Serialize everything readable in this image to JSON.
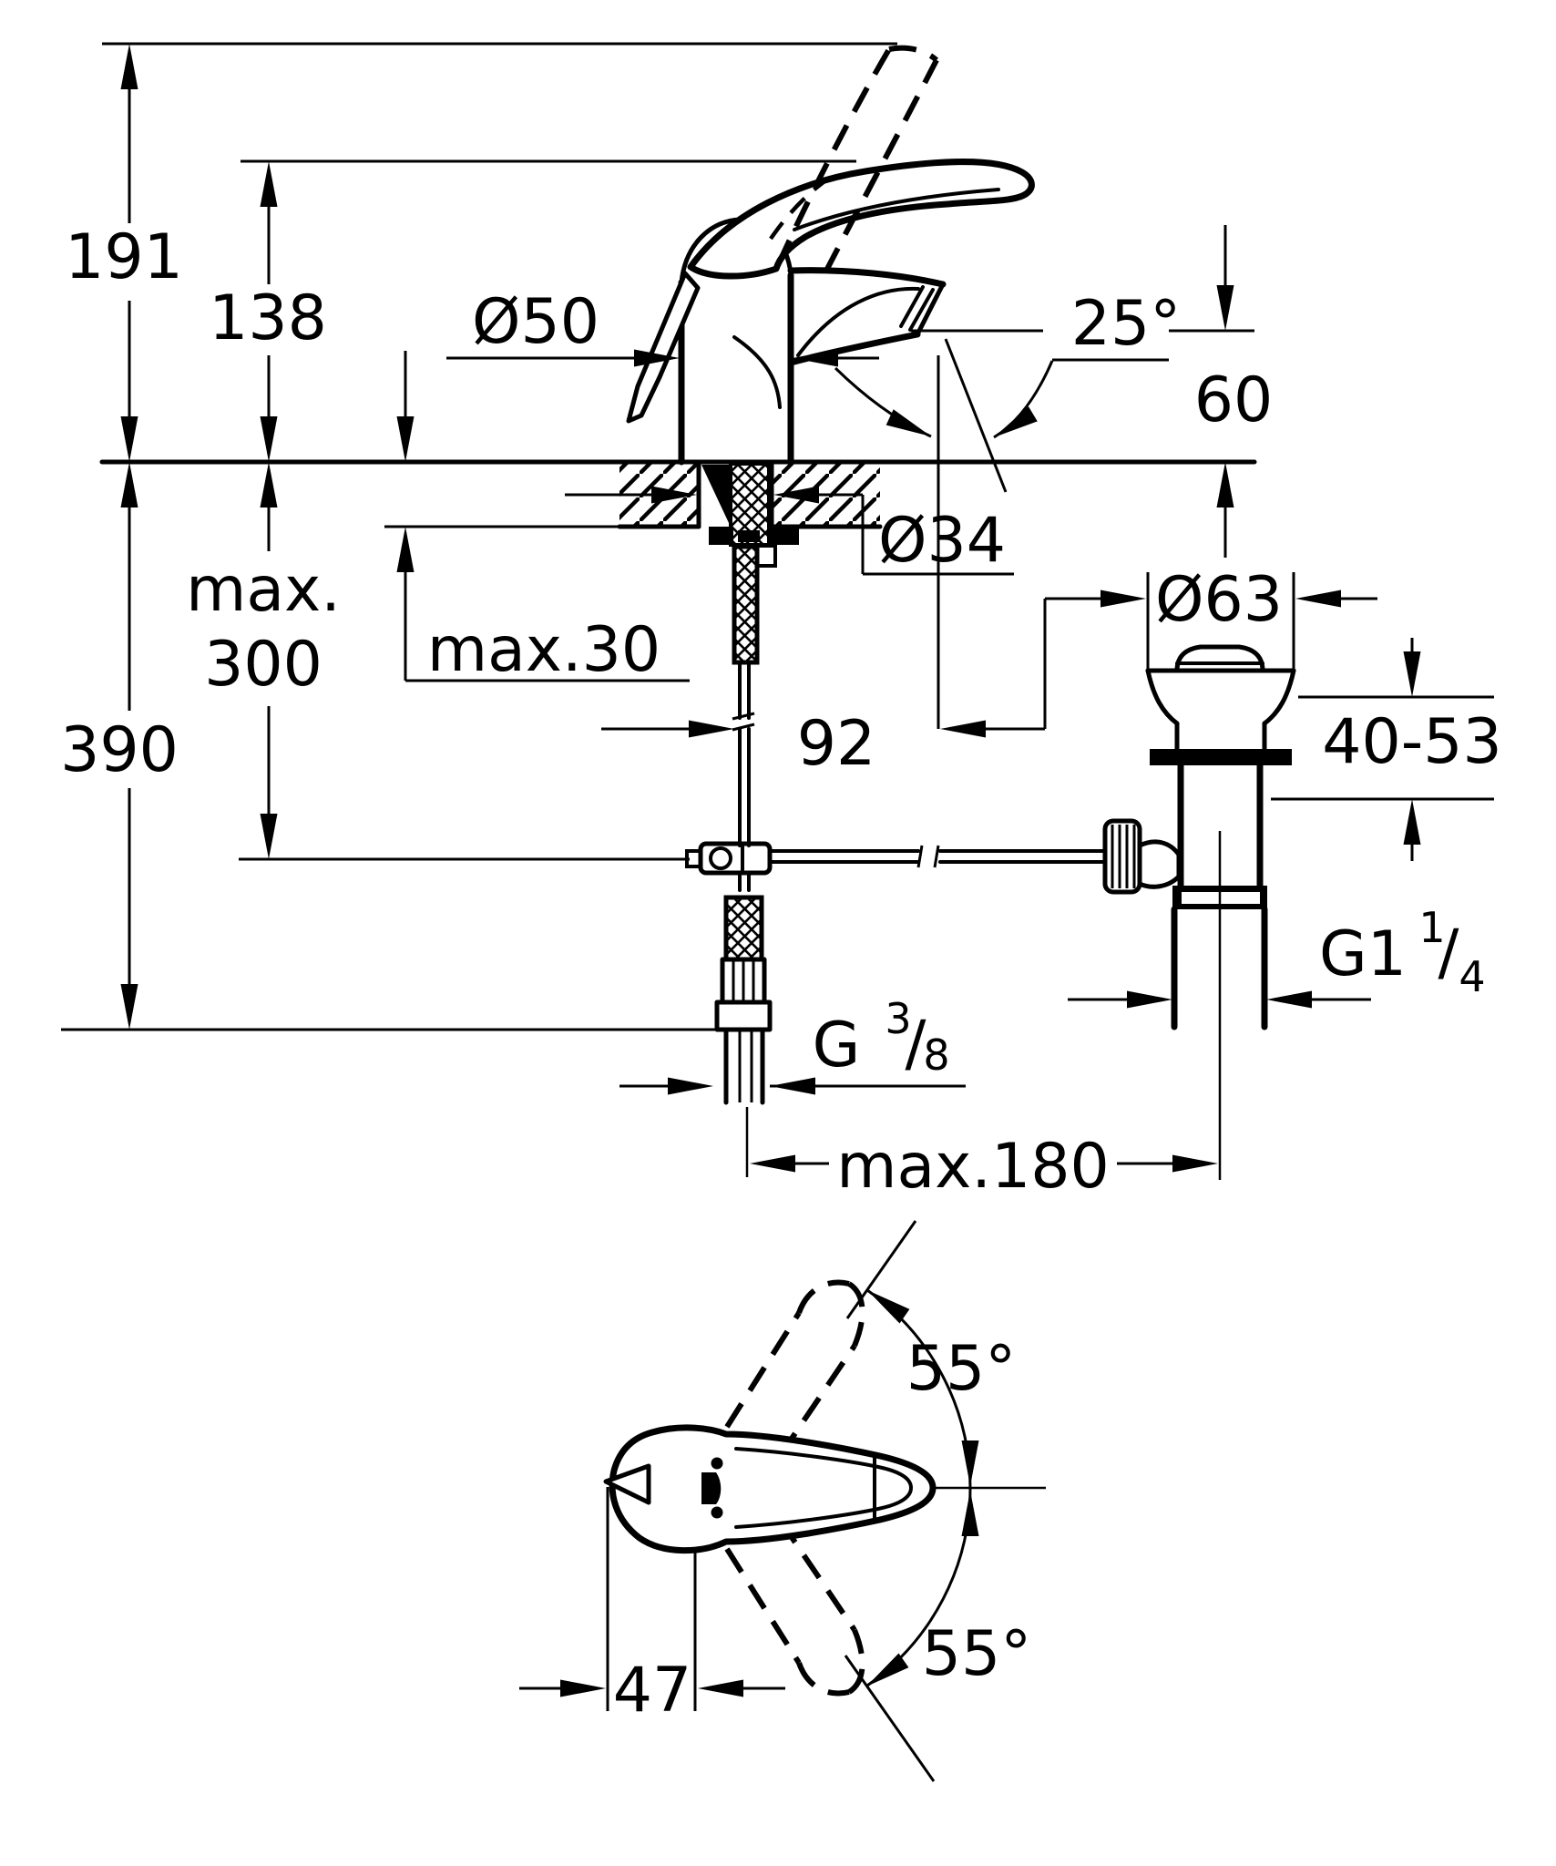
{
  "drawing": {
    "background": "#ffffff",
    "ink": "#000000",
    "kind": "single-lever basin mixer installation dimension drawing",
    "units": "mm"
  },
  "labels": {
    "h_total": "191",
    "h_handle": "138",
    "d_body": "Ø50",
    "spout_angle": "25°",
    "h_spout": "60",
    "below_max_1": "max.",
    "below_max_2": "300",
    "deck_max": "max.30",
    "d_hole": "Ø34",
    "h_below_total": "390",
    "spout_offset": "92",
    "d_flange": "Ø63",
    "waste_range": "40-53",
    "waste_thread_base": "G1",
    "waste_thread_sup": "1",
    "waste_thread_slash": "/",
    "waste_thread_sub": "4",
    "supply_thread_base": "G",
    "supply_thread_sup": "3",
    "supply_thread_slash": "/",
    "supply_thread_sub": "8",
    "rod_max": "max.180",
    "swing_top": "55°",
    "swing_bottom": "55°",
    "handle_front": "47"
  }
}
